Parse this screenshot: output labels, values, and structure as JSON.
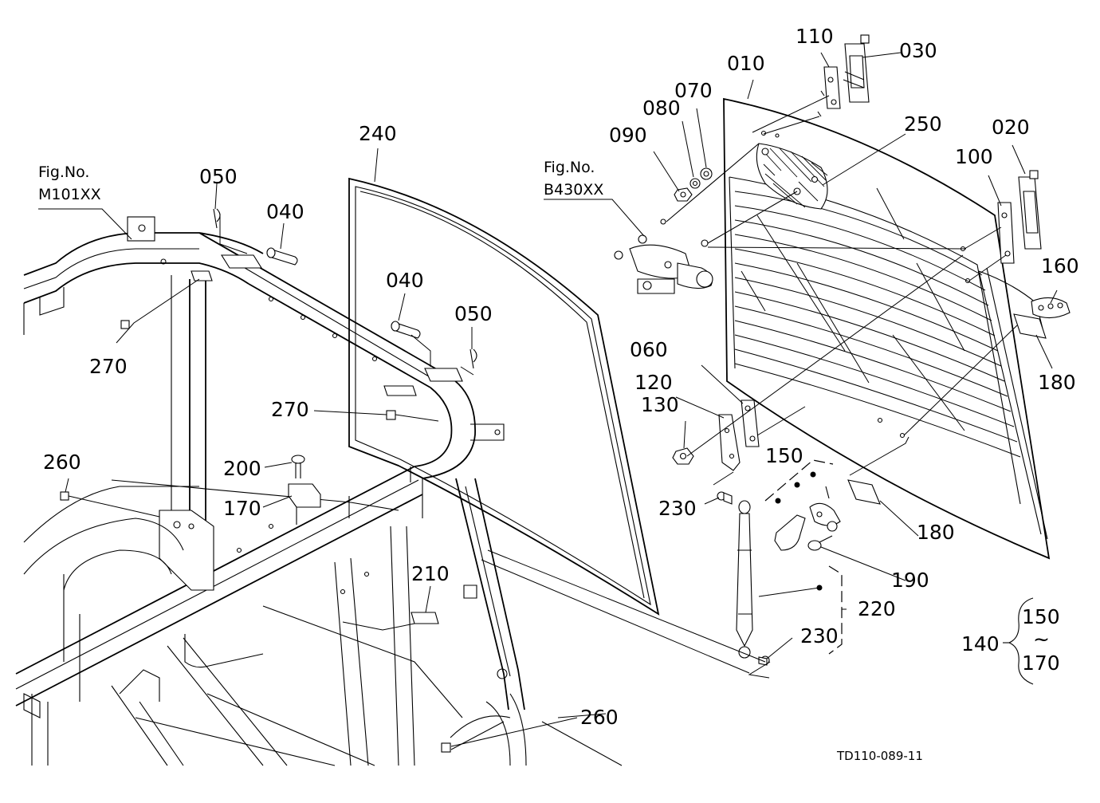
{
  "diagram": {
    "drawing_code": "TD110-089-11",
    "figure_refs": [
      {
        "fig": "Fig.No.",
        "code": "M101XX"
      },
      {
        "fig": "Fig.No.",
        "code": "B430XX"
      }
    ],
    "part_labels": [
      "010",
      "020",
      "030",
      "040",
      "040",
      "050",
      "050",
      "060",
      "070",
      "080",
      "090",
      "100",
      "110",
      "120",
      "130",
      "140",
      "150",
      "150",
      "170",
      "160",
      "170",
      "180",
      "180",
      "190",
      "200",
      "210",
      "220",
      "230",
      "230",
      "240",
      "250",
      "260",
      "260",
      "270",
      "270"
    ],
    "range_symbol": "~"
  }
}
